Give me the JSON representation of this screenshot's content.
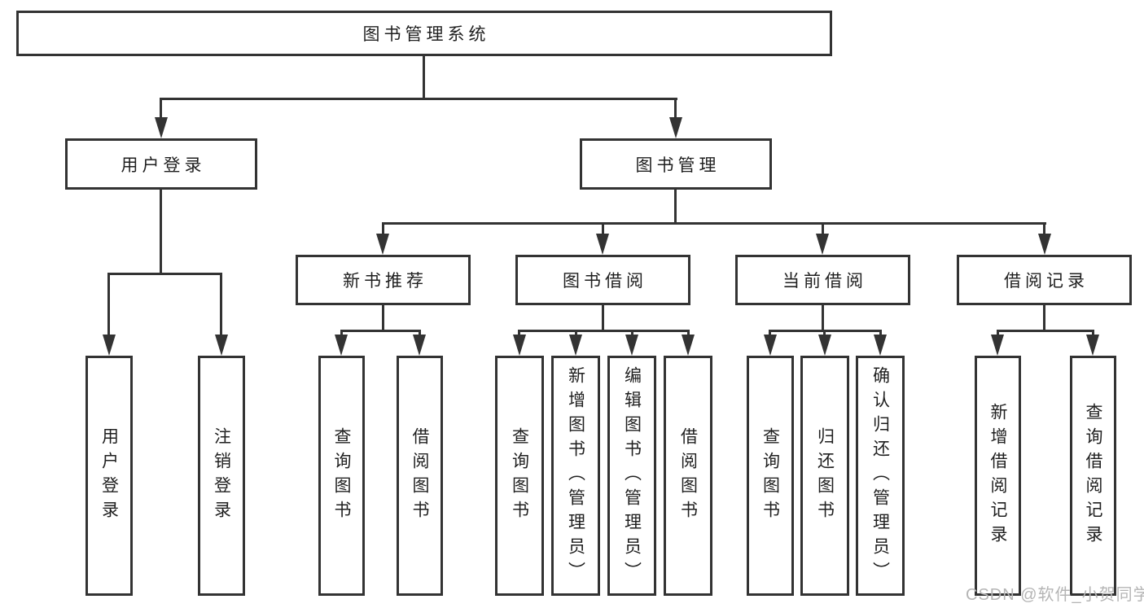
{
  "tree": {
    "label": "图书管理系统",
    "children": [
      {
        "label": "用户登录",
        "children": [
          {
            "label": "用户登录"
          },
          {
            "label": "注销登录"
          }
        ]
      },
      {
        "label": "图书管理",
        "children": [
          {
            "label": "新书推荐",
            "children": [
              {
                "label": "查询图书"
              },
              {
                "label": "借阅图书"
              }
            ]
          },
          {
            "label": "图书借阅",
            "children": [
              {
                "label": "查询图书"
              },
              {
                "label": "新增图书（管理员）"
              },
              {
                "label": "编辑图书（管理员）"
              },
              {
                "label": "借阅图书"
              }
            ]
          },
          {
            "label": "当前借阅",
            "children": [
              {
                "label": "查询图书"
              },
              {
                "label": "归还图书"
              },
              {
                "label": "确认归还（管理员）"
              }
            ]
          },
          {
            "label": "借阅记录",
            "children": [
              {
                "label": "新增借阅记录"
              },
              {
                "label": "查询借阅记录"
              }
            ]
          }
        ]
      }
    ]
  },
  "watermark": {
    "text": "CSDN @软件_小贺同学"
  },
  "colors": {
    "line": "#333333",
    "border": "#333333",
    "text": "#1f1f1f",
    "background": "#ffffff",
    "watermark": "#b5b5b5"
  }
}
